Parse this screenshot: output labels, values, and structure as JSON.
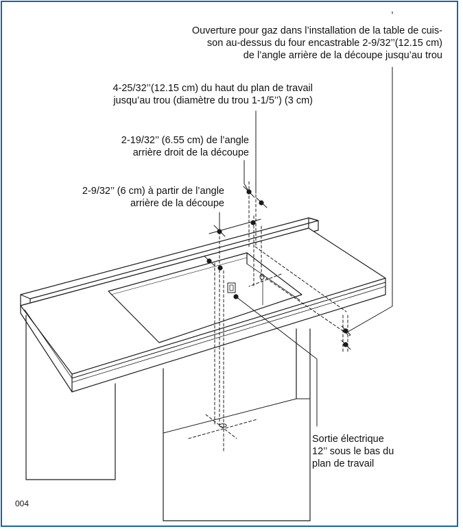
{
  "labels": {
    "gas_opening": [
      "Ouverture pour gaz dans l’installation de la table de cuis-",
      "son au-dessus du four encastrable 2-9/32’’(12.15 cm)",
      "de l’angle arrière de la découpe jusqu’au trou"
    ],
    "height_from_top": [
      "4-25/32’’(12.15 cm) du haut du plan de travail",
      "jusqu’au trou (diamètre du trou 1-1/5’’) (3 cm)"
    ],
    "right_rear_corner": [
      "2-19/32’’ (6.55 cm) de l’angle",
      "arrière droit de la découpe"
    ],
    "rear_corner": [
      "2-9/32’’ (6 cm) à partir de l’angle",
      "arrière de la découpe"
    ],
    "electrical_outlet": [
      "Sortie électrique",
      "12’’ sous le bas du",
      "plan de travail"
    ],
    "figure_number": "004"
  },
  "colors": {
    "border": "#1565a8",
    "line": "#1a1a1a"
  }
}
